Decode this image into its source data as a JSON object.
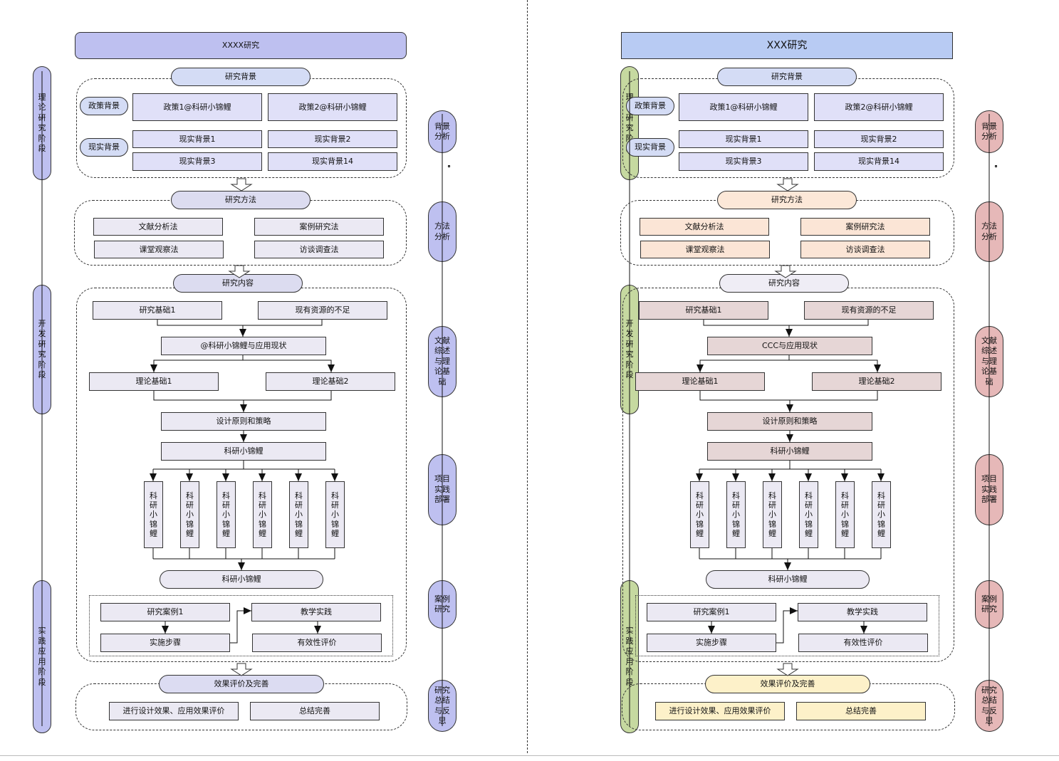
{
  "diagrams": [
    {
      "title": "XXXX研究",
      "stages": [
        "理论研究阶段",
        "开发研究阶段",
        "实践应用阶段"
      ],
      "side_steps": [
        "背景分析",
        "方法分析",
        "文献综述与理论基础",
        "项目实践部署",
        "案例研究",
        "研究总结与反思"
      ],
      "background": {
        "header": "研究背景",
        "policy_label": "政策背景",
        "reality_label": "现实背景",
        "policies": [
          "政策1@科研小锦鲤",
          "政策2@科研小锦鲤"
        ],
        "realities": [
          "现实背景1",
          "现实背景2",
          "现实背景3",
          "现实背景14"
        ]
      },
      "methods": {
        "header": "研究方法",
        "items": [
          "文献分析法",
          "案例研究法",
          "课堂观察法",
          "访谈调查法"
        ]
      },
      "content": {
        "header": "研究内容",
        "basis": "研究基础1",
        "gaps": "现有资源的不足",
        "status": "@科研小锦鲤与应用现状",
        "theory1": "理论基础1",
        "theory2": "理论基础2",
        "design": "设计原则和策略",
        "module": "科研小锦鲤",
        "sub_modules": [
          "科研小锦鲤",
          "科研小锦鲤",
          "科研小锦鲤",
          "科研小锦鲤",
          "科研小锦鲤",
          "科研小锦鲤"
        ],
        "result": "科研小锦鲤",
        "case": "研究案例1",
        "steps": "实施步骤",
        "practice": "教学实践",
        "evaluation": "有效性评价"
      },
      "evaluate": {
        "header": "效果评价及完善",
        "items": [
          "进行设计效果、应用效果评价",
          "总结完善"
        ]
      },
      "colors": {
        "title_bg": "#bec0f0",
        "header_bg": "#d4dcf5",
        "policy_bg": "#e0e0f8",
        "method_bg": "#ebe9f3",
        "content_bg": "#ebe9f3",
        "eval_bg": "#ebe9f3",
        "eval_header_bg": "#dcdcf2",
        "stage_bg": "#bec0f0",
        "side_bg": "#bec0f0"
      }
    },
    {
      "title": "XXX研究",
      "stages": [
        "理论研究阶段",
        "开发研究阶段",
        "实践应用阶段"
      ],
      "side_steps": [
        "背景分析",
        "方法分析",
        "文献综述与理论基础",
        "项目实践部署",
        "案例研究",
        "研究总结与反思"
      ],
      "background": {
        "header": "研究背景",
        "policy_label": "政策背景",
        "reality_label": "现实背景",
        "policies": [
          "政策1@科研小锦鲤",
          "政策2@科研小锦鲤"
        ],
        "realities": [
          "现实背景1",
          "现实背景2",
          "现实背景3",
          "现实背景14"
        ]
      },
      "methods": {
        "header": "研究方法",
        "items": [
          "文献分析法",
          "案例研究法",
          "课堂观察法",
          "访谈调查法"
        ]
      },
      "content": {
        "header": "研究内容",
        "basis": "研究基础1",
        "gaps": "现有资源的不足",
        "status": "CCC与应用现状",
        "theory1": "理论基础1",
        "theory2": "理论基础2",
        "design": "设计原则和策略",
        "module": "科研小锦鲤",
        "sub_modules": [
          "科研小锦鲤",
          "科研小锦鲤",
          "科研小锦鲤",
          "科研小锦鲤",
          "科研小锦鲤",
          "科研小锦鲤"
        ],
        "result": "科研小锦鲤",
        "case": "研究案例1",
        "steps": "实施步骤",
        "practice": "教学实践",
        "evaluation": "有效性评价"
      },
      "evaluate": {
        "header": "效果评价及完善",
        "items": [
          "进行设计效果、应用效果评价",
          "总结完善"
        ]
      },
      "colors": {
        "title_bg": "#b8cbf3",
        "header_bg": "#d4dcf5",
        "policy_bg": "#e0e0f8",
        "method_bg": "#fbe5d6",
        "method_header_bg": "#fce8d8",
        "content_header_bg": "#efedf5",
        "content_bg": "#e6d6d6",
        "sub_bg": "#ebe9f3",
        "eval_bg": "#fdf1c9",
        "eval_header_bg": "#fdf1c9",
        "stage_bg": "#c6d9a0",
        "side_bg": "#e6b8b8"
      }
    }
  ]
}
